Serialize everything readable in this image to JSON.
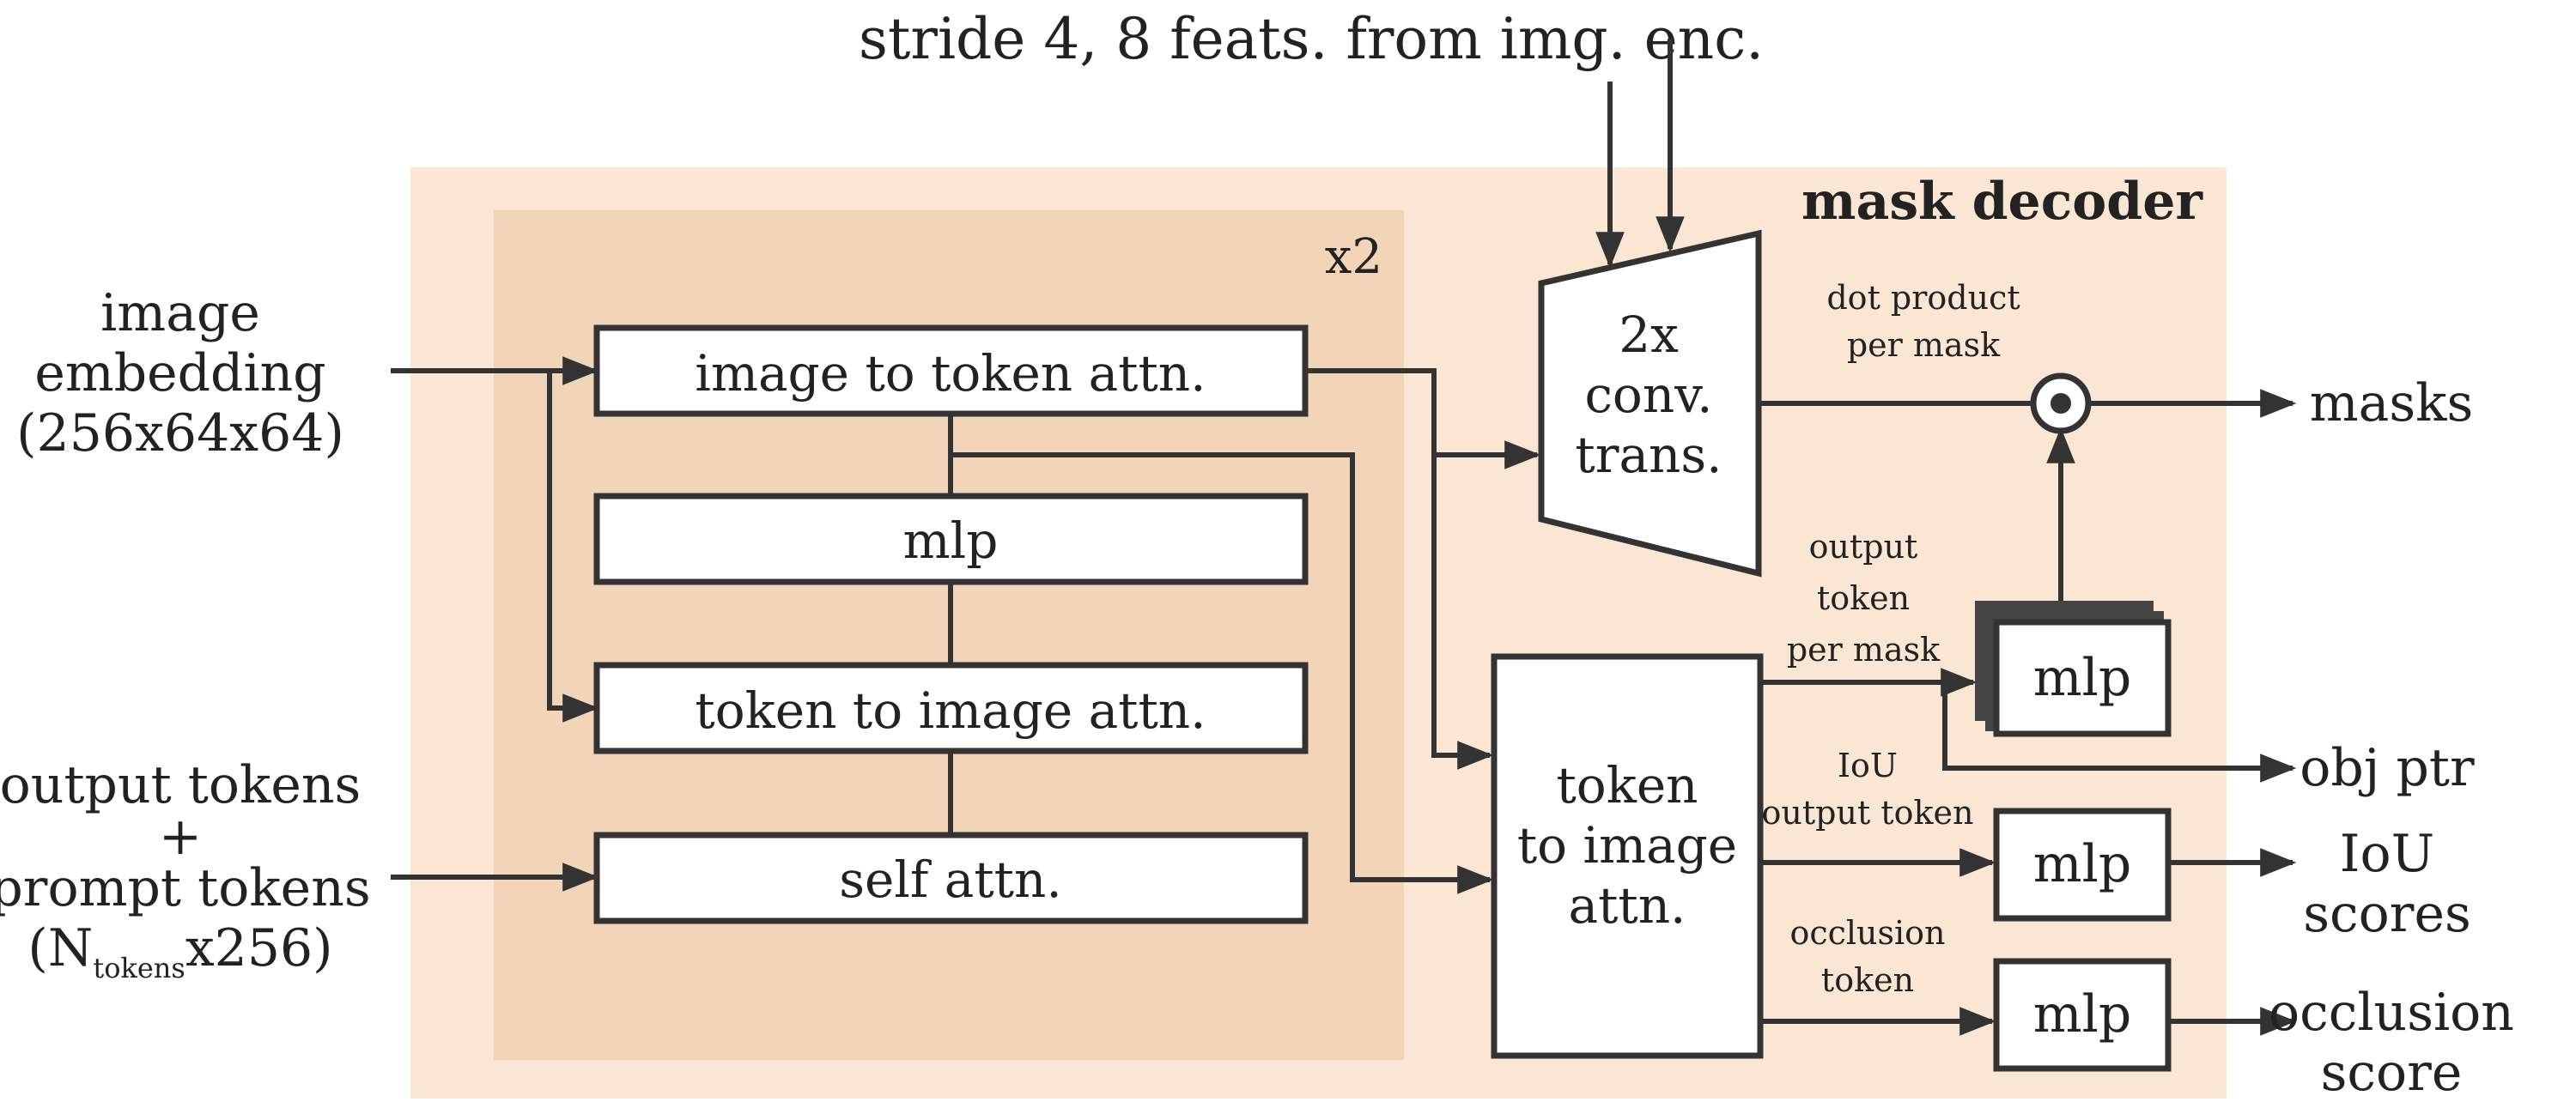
{
  "top_input": "stride 4, 8 feats. from img. enc.",
  "decoder_title": "mask decoder",
  "repeat_label": "x2",
  "left_inputs": {
    "image_embedding": [
      "image",
      "embedding",
      "(256x64x64)"
    ],
    "tokens": [
      "output tokens",
      "+",
      "prompt tokens",
      "(N",
      "tokens",
      "x256)"
    ]
  },
  "blocks": {
    "image_to_token": "image to token attn.",
    "mlp_inner": "mlp",
    "token_to_image": "token to image attn.",
    "self_attn": "self attn."
  },
  "upsample": [
    "2x",
    "conv.",
    "trans."
  ],
  "token_to_image_final": [
    "token",
    "to image",
    "attn."
  ],
  "annotations": {
    "dot_product": [
      "dot product",
      "per mask"
    ],
    "output_token": [
      "output",
      "token",
      "per mask"
    ],
    "iou_token": [
      "IoU",
      "output token"
    ],
    "occlusion_token": [
      "occlusion",
      "token"
    ]
  },
  "mlps": [
    "mlp",
    "mlp",
    "mlp"
  ],
  "outputs": {
    "masks": "masks",
    "obj_ptr": "obj ptr",
    "iou": [
      "IoU",
      "scores"
    ],
    "occlusion": [
      "occlusion",
      "score"
    ]
  },
  "colors": {
    "outer_bg": "#fae6d2",
    "inner_bg": "#f2d5b9",
    "stroke": "#333333"
  }
}
